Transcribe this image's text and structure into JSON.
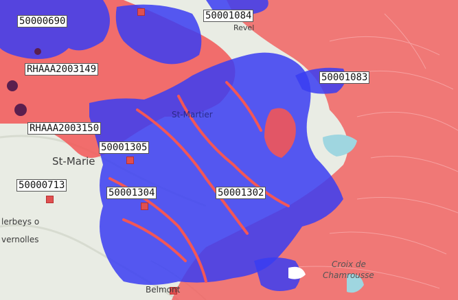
{
  "colors": {
    "blue_zone": "#3a3df2",
    "red_zone": "#f25757",
    "terrain": "#e9ece4",
    "lake": "#9fd6e0"
  },
  "markers": [
    {
      "id": "50000690"
    },
    {
      "id": "50001084"
    },
    {
      "id": "RHAAA2003149"
    },
    {
      "id": "50001083"
    },
    {
      "id": "RHAAA2003150"
    },
    {
      "id": "50001305"
    },
    {
      "id": "50000713"
    },
    {
      "id": "50001304"
    },
    {
      "id": "50001302"
    }
  ],
  "places": {
    "st_marie": "St-Marie",
    "herbeys": "lerbeys o",
    "vernolles": "vernolles",
    "belmont": "Belmont",
    "croix": "Croix de",
    "chamrousse": "Chamrousse",
    "st_martier": "St-Martier",
    "revel": "Revel"
  }
}
